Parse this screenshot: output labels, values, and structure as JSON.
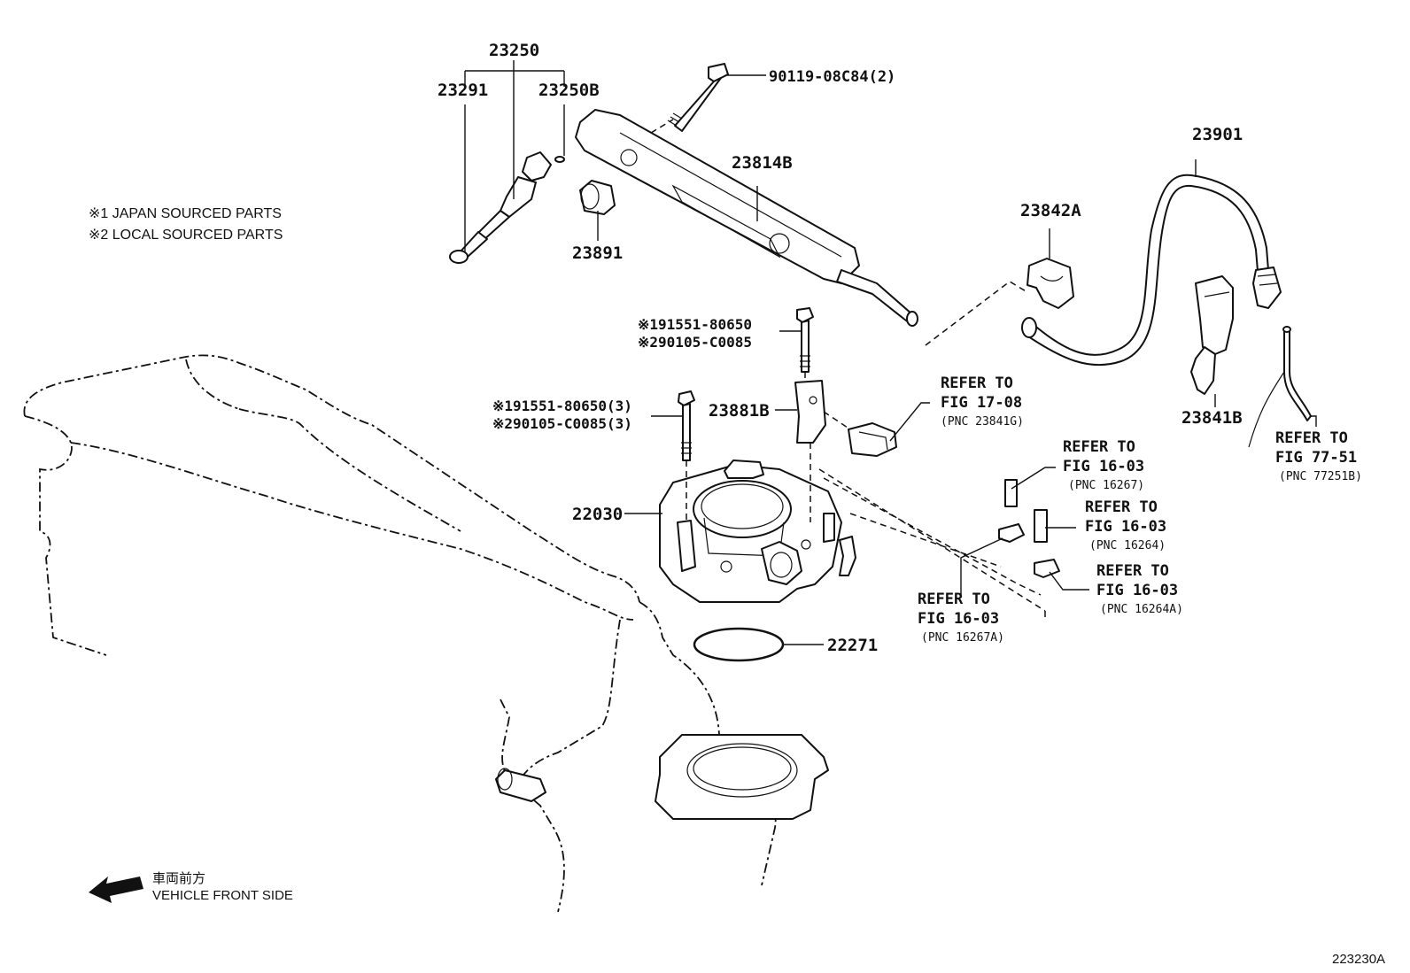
{
  "notes": {
    "japan": "※1 JAPAN SOURCED PARTS",
    "local": "※2 LOCAL SOURCED PARTS"
  },
  "parts": {
    "p23250": "23250",
    "p23291": "23291",
    "p23250B": "23250B",
    "p90119": "90119-08C84(2)",
    "p23814B": "23814B",
    "p23891": "23891",
    "p23901": "23901",
    "p23842A": "23842A",
    "p23841B": "23841B",
    "p191551_a": "※191551-80650",
    "p290105_a": "※290105-C0085",
    "p191551_b": "※191551-80650(3)",
    "p290105_b": "※290105-C0085(3)",
    "p23881B": "23881B",
    "p22030": "22030",
    "p22271": "22271"
  },
  "refs": {
    "r1708": {
      "line1": "REFER TO",
      "line2": "FIG 17-08",
      "pnc": "(PNC 23841G)"
    },
    "r7751": {
      "line1": "REFER TO",
      "line2": "FIG 77-51",
      "pnc": "(PNC 77251B)"
    },
    "r16267": {
      "line1": "REFER TO",
      "line2": "FIG 16-03",
      "pnc": "(PNC 16267)"
    },
    "r16264": {
      "line1": "REFER TO",
      "line2": "FIG 16-03",
      "pnc": "(PNC 16264)"
    },
    "r16264A": {
      "line1": "REFER TO",
      "line2": "FIG 16-03",
      "pnc": "(PNC 16264A)"
    },
    "r16267A": {
      "line1": "REFER TO",
      "line2": "FIG 16-03",
      "pnc": "(PNC 16267A)"
    }
  },
  "direction": {
    "jp": "車両前方",
    "en": "VEHICLE FRONT SIDE"
  },
  "figure_id": "223230A"
}
